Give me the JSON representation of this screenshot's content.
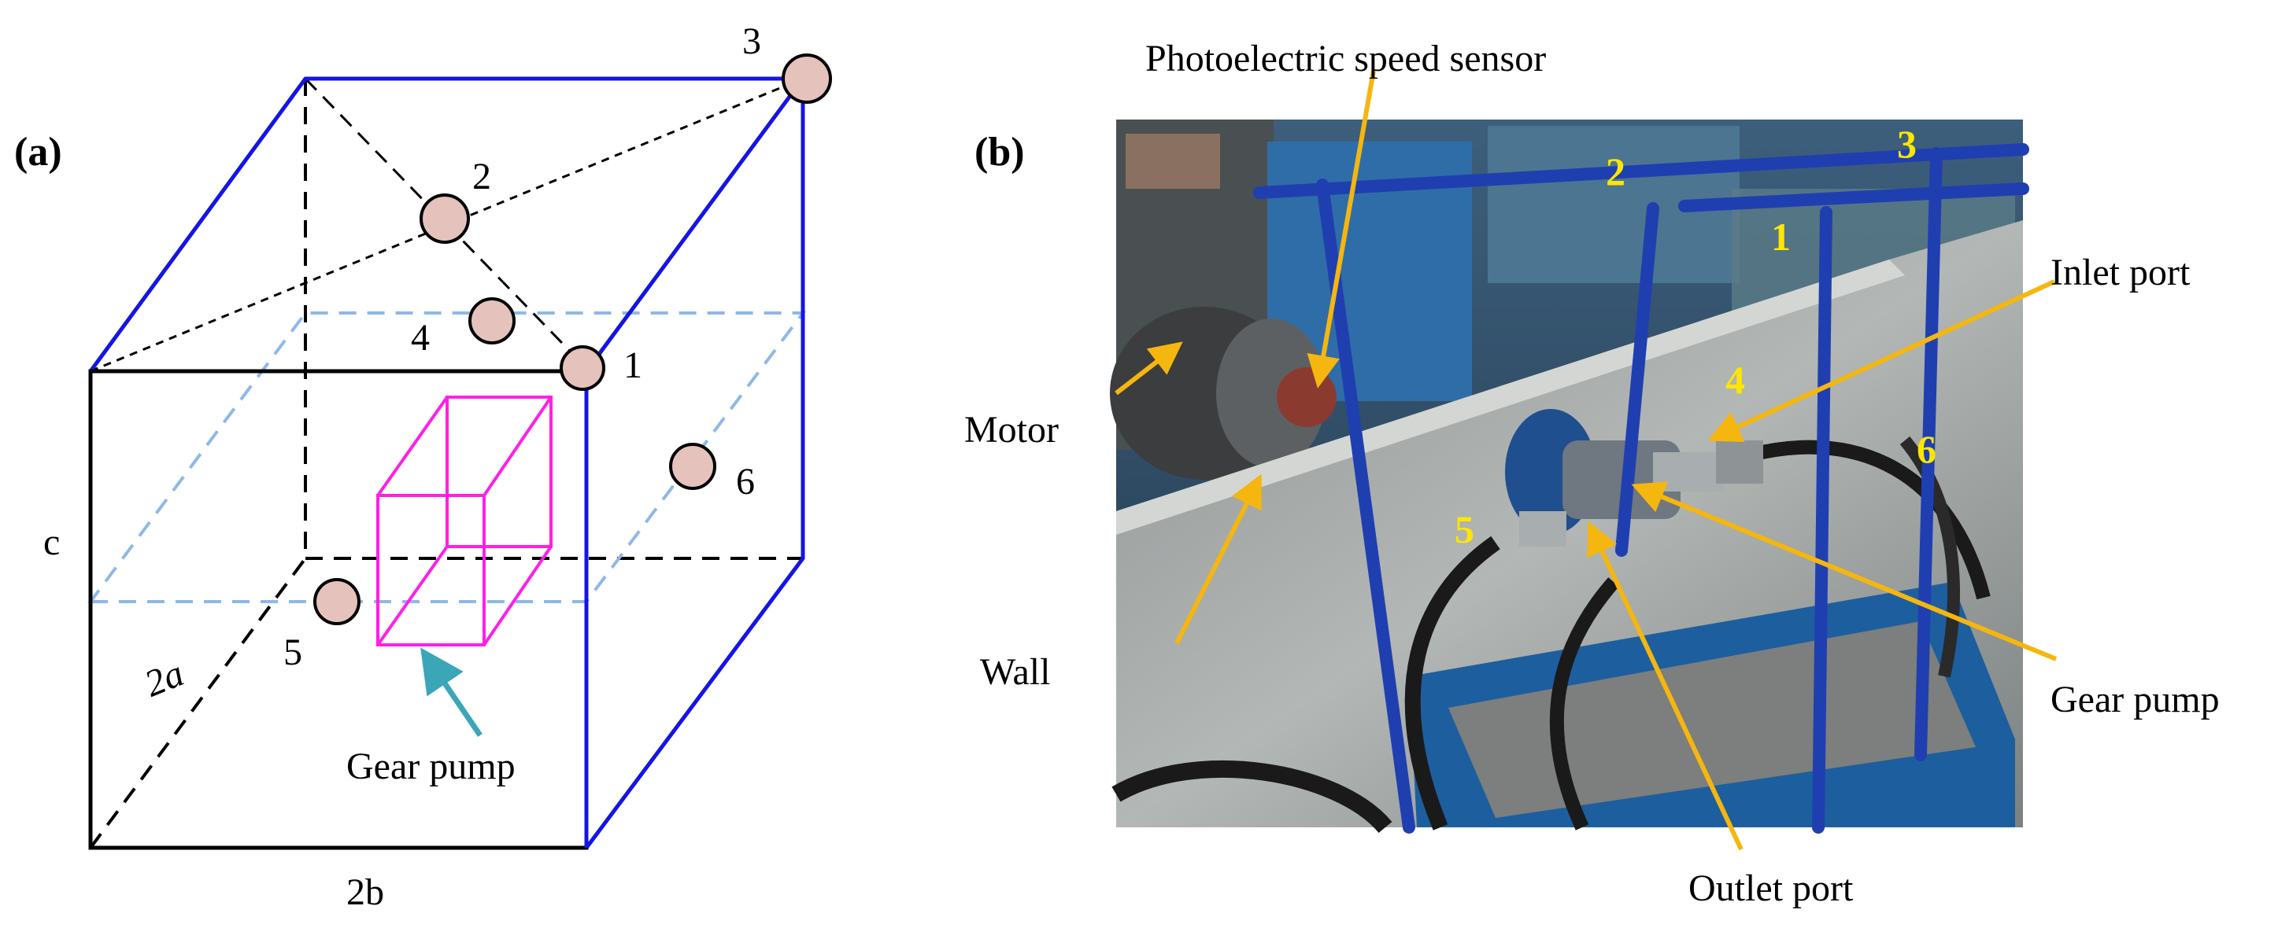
{
  "panel_a": {
    "label": "(a)",
    "dimensions": {
      "height": "c",
      "depth": "2a",
      "width": "2b"
    },
    "pump_label": "Gear pump",
    "sensor_points": [
      "1",
      "2",
      "3",
      "4",
      "5",
      "6"
    ],
    "colors": {
      "box_front": "#000000",
      "box_back": "#1414e6",
      "mid_plane": "#8fb8e8",
      "pump": "#ff1fe6",
      "arrow": "#3aa6b8",
      "sensor_fill": "#e6c2bd"
    }
  },
  "panel_b": {
    "label": "(b)",
    "callouts": {
      "speed_sensor": "Photoelectric speed sensor",
      "motor": "Motor",
      "wall": "Wall",
      "inlet": "Inlet port",
      "gear_pump": "Gear pump",
      "outlet": "Outlet port"
    },
    "photo_numbers": [
      "1",
      "2",
      "3",
      "4",
      "5",
      "6"
    ],
    "colors": {
      "callout_arrow": "#f5b60f",
      "number_text": "#ffe600"
    }
  }
}
